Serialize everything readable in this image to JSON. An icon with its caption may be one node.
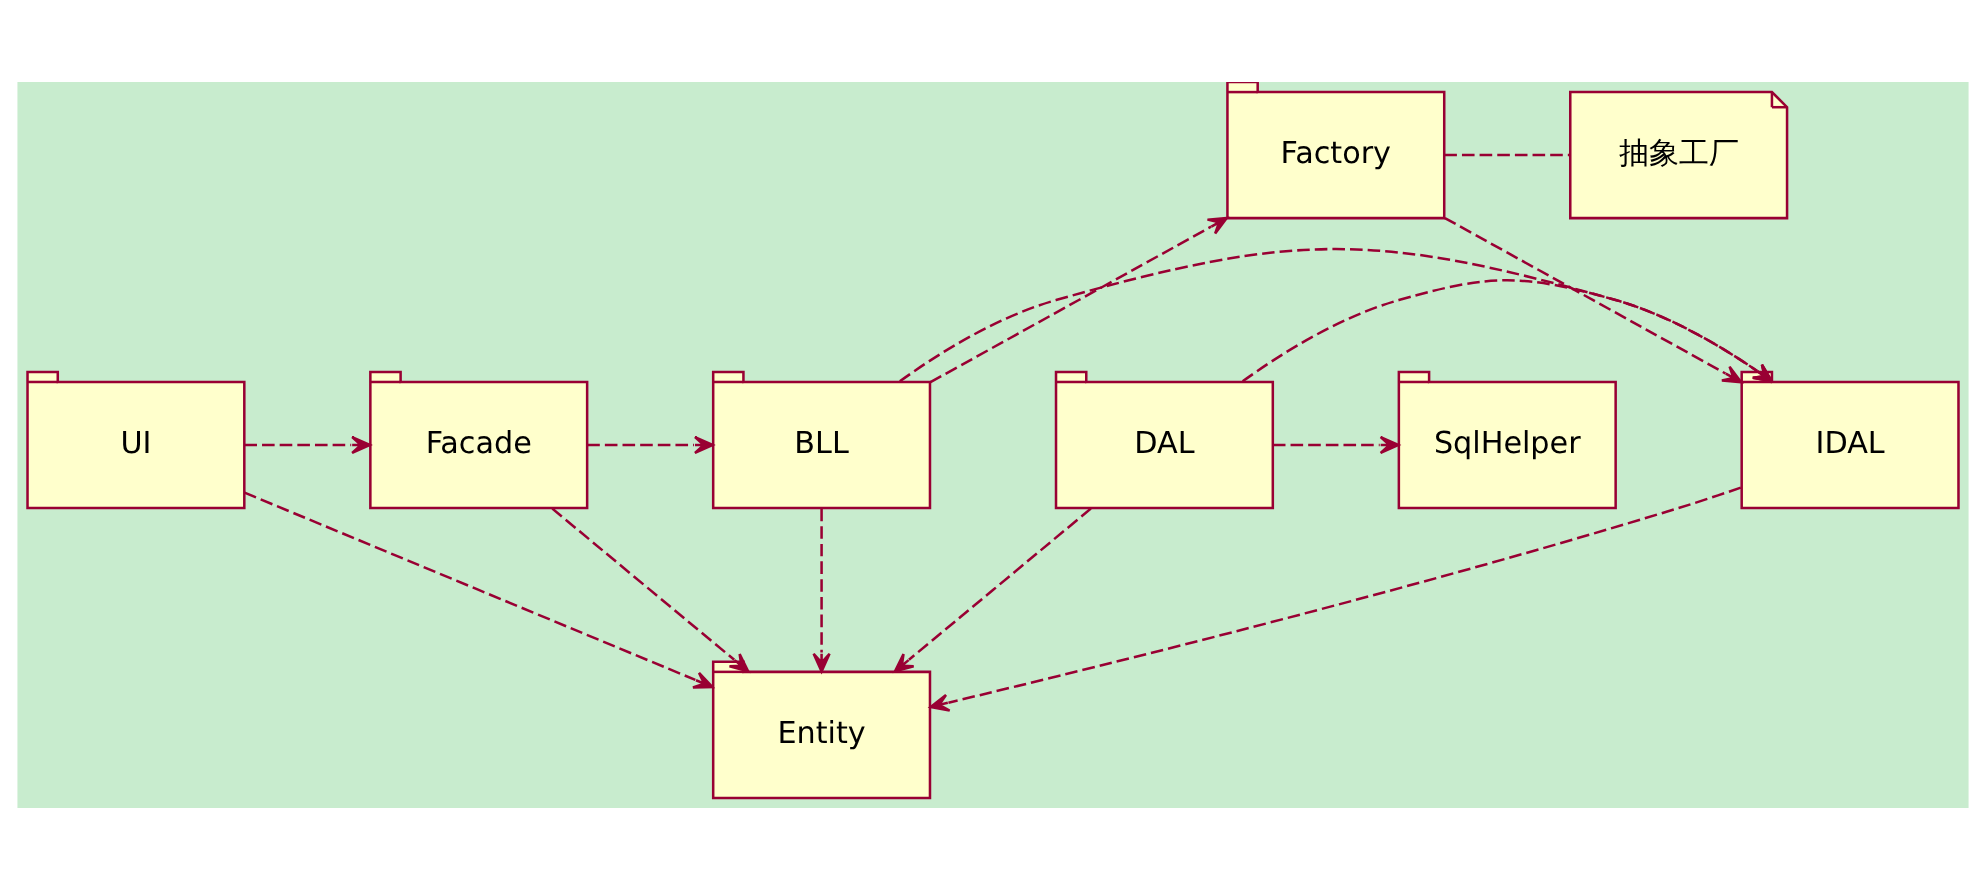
{
  "diagram": {
    "nodes": [
      {
        "text": [
          "Factory"
        ]
      },
      {
        "text": [
          "抽象工厂"
        ]
      },
      {
        "text": [
          "UI"
        ]
      },
      {
        "text": [
          "Facade"
        ]
      },
      {
        "text": [
          "BLL"
        ]
      },
      {
        "text": [
          "IDAL"
        ]
      },
      {
        "text": [
          "DAL"
        ]
      },
      {
        "text": [
          "SqlHelper"
        ]
      },
      {
        "text": [
          "Entity"
        ]
      }
    ],
    "edges": [
      {
        "from": 0,
        "to": 1,
        "arrow": "none",
        "style": "dashed"
      },
      {
        "from": 4,
        "to": 0,
        "arrow": "to",
        "style": "dashed"
      },
      {
        "from": 0,
        "to": 5,
        "arrow": "to",
        "style": "dashed"
      },
      {
        "from": 2,
        "to": 3,
        "arrow": "to",
        "style": "dashed"
      },
      {
        "from": 3,
        "to": 4,
        "arrow": "to",
        "style": "dashed"
      },
      {
        "from": 4,
        "to": 5,
        "arrow": "to",
        "style": "dashed"
      },
      {
        "from": 6,
        "to": 5,
        "arrow": "to",
        "style": "dashed"
      },
      {
        "from": 6,
        "to": 7,
        "arrow": "to",
        "style": "dashed"
      },
      {
        "from": 2,
        "to": 8,
        "arrow": "to",
        "style": "dashed"
      },
      {
        "from": 3,
        "to": 8,
        "arrow": "to",
        "style": "dashed"
      },
      {
        "from": 4,
        "to": 8,
        "arrow": "to",
        "style": "dashed"
      },
      {
        "from": 5,
        "to": 8,
        "arrow": "to",
        "style": "dashed"
      },
      {
        "from": 6,
        "to": 8,
        "arrow": "to",
        "style": "dashed"
      }
    ]
  }
}
